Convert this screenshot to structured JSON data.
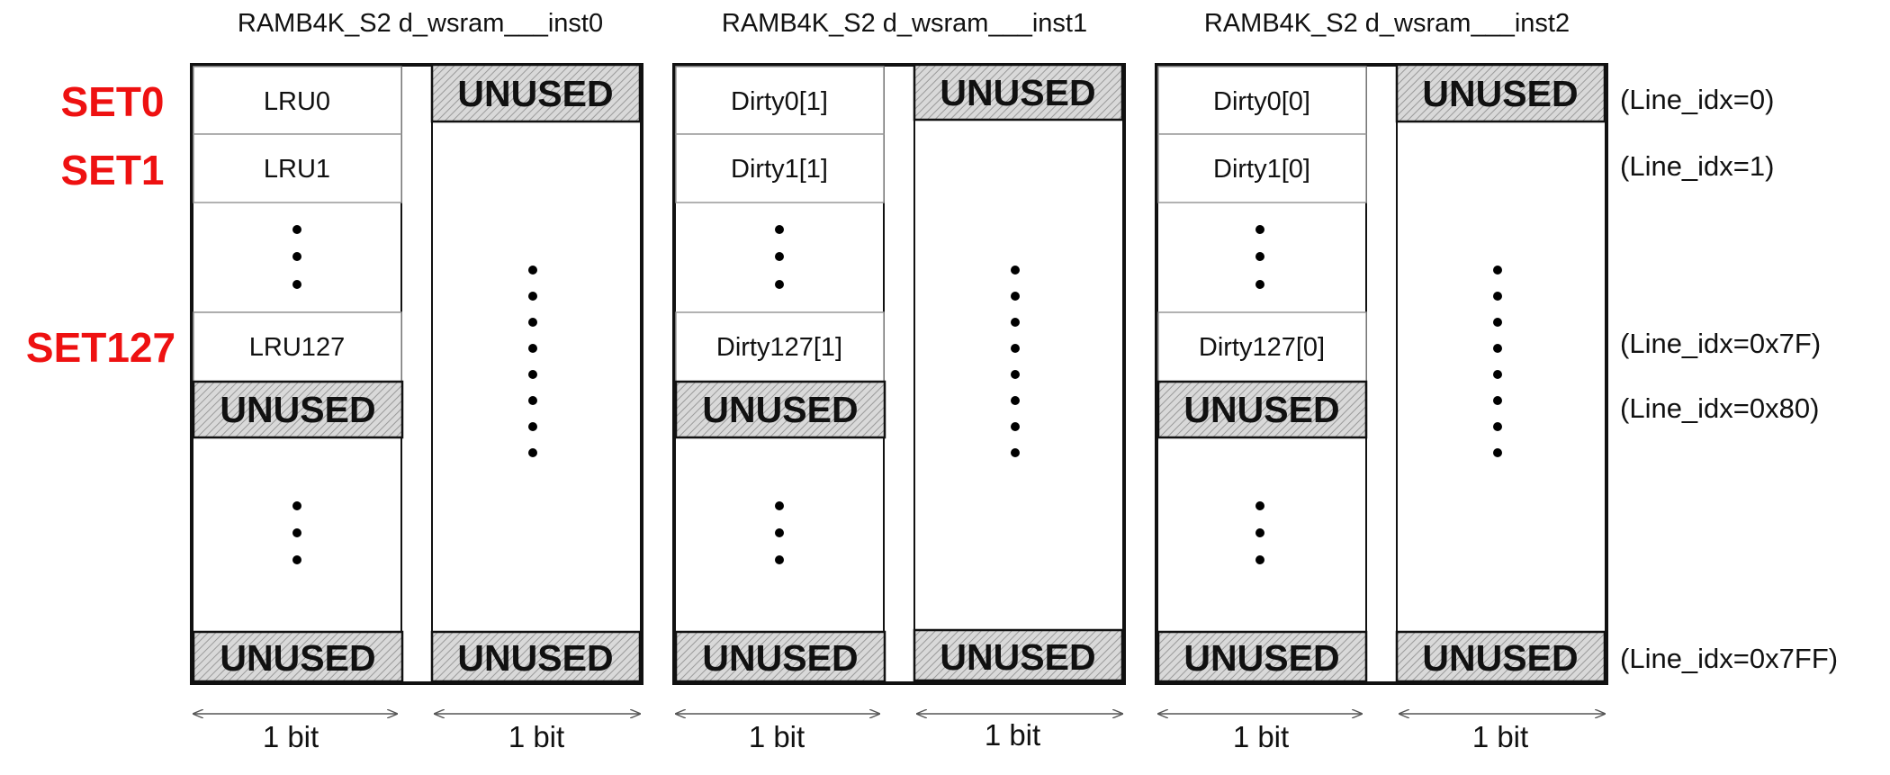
{
  "instances": [
    {
      "title": "RAMB4K_S2  d_wsram___inst0",
      "entries": [
        "LRU0",
        "LRU1",
        "LRU127"
      ],
      "unused_label": "UNUSED",
      "bit_labels": [
        "1 bit",
        "1 bit"
      ]
    },
    {
      "title": "RAMB4K_S2  d_wsram___inst1",
      "entries": [
        "Dirty0[1]",
        "Dirty1[1]",
        "Dirty127[1]"
      ],
      "unused_label": "UNUSED",
      "bit_labels": [
        "1 bit",
        "1 bit"
      ]
    },
    {
      "title": "RAMB4K_S2  d_wsram___inst2",
      "entries": [
        "Dirty0[0]",
        "Dirty1[0]",
        "Dirty127[0]"
      ],
      "unused_label": "UNUSED",
      "bit_labels": [
        "1 bit",
        "1 bit"
      ]
    }
  ],
  "set_labels": [
    "SET0",
    "SET1",
    "SET127"
  ],
  "line_indices": [
    "(Line_idx=0)",
    "(Line_idx=1)",
    "(Line_idx=0x7F)",
    "(Line_idx=0x80)",
    "(Line_idx=0x7FF)"
  ],
  "colors": {
    "set_label": "#ee1111",
    "unused_fill": "#dcdcdc",
    "border": "#111111"
  }
}
